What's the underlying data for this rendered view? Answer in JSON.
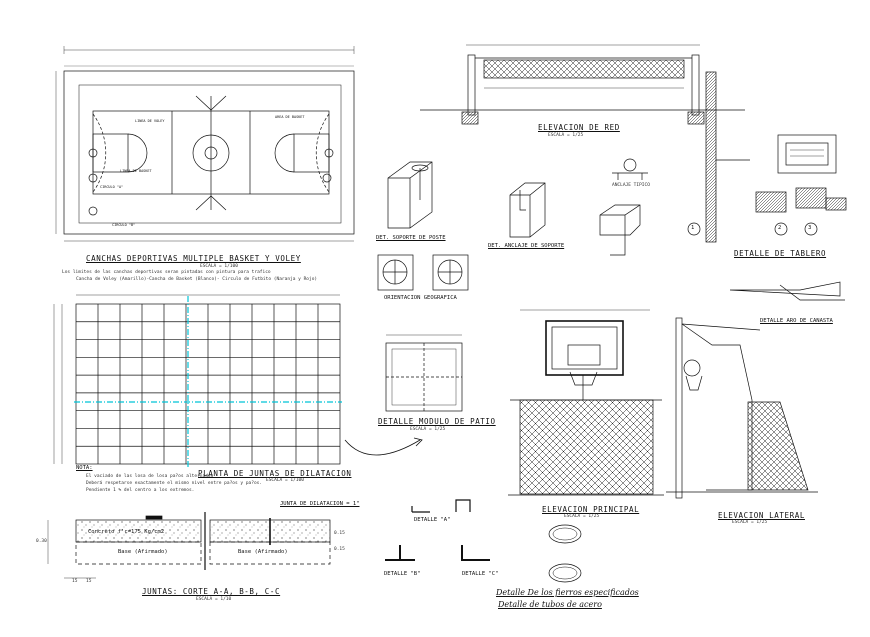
{
  "titles": {
    "court": "CANCHAS DEPORTIVAS MULTIPLE BASKET Y VOLEY",
    "court_note_1": "Los limites de las canchas deportivas seran pintadas con pintura para trafico",
    "court_note_2": "Cancha de Voley (Amarillo)-Cancha de Basket (Blanco)- Circulo de Futbito (Naranja y Rojo)",
    "elev_red": "ELEVACION DE RED",
    "dilatacion": "PLANTA DE JUNTAS DE DILATACION",
    "modulo_patio": "DETALLE MODULO DE PATIO",
    "elev_principal": "ELEVACION PRINCIPAL",
    "elev_lateral": "ELEVACION LATERAL",
    "tablero": "DETALLE DE TABLERO",
    "juntas_corte": "JUNTAS: CORTE A-A, B-B, C-C",
    "orientacion": "ORIENTACION GEOGRAFICA",
    "soporte_poste": "DET. SOPORTE DE POSTE",
    "anclaje": "DET. ANCLAJE DE SOPORTE",
    "aro_canasta": "DETALLE ARO DE CANASTA",
    "fierros": "Detalle  De los fierros especificados",
    "tubos": "Detalle   de tubos de acero"
  },
  "scales": {
    "court": "ESCALA = 1/100",
    "elev_red": "ESCALA = 1/25",
    "dilatacion": "ESCALA = 1/100",
    "modulo_patio": "ESCALA = 1/25",
    "elev_principal": "ESCALA = 1/25",
    "elev_lateral": "ESCALA = 1/25",
    "juntas_corte": "ESCALA = 1/10"
  },
  "nota": {
    "heading": "NOTA:",
    "items": [
      "El vaciado de las losa de losa pa?os alternados",
      "Deberá respetarse exactamente el mismo nivel entre pa?os y pa?os.",
      "Pendiente 1 % del centro a los extremos."
    ]
  },
  "detail_labels": {
    "a": "DETALLE \"A\"",
    "b": "DETALLE \"B\"",
    "c": "DETALLE \"C\"",
    "anclaje_tipico": "ANCLAJE TIPICO",
    "junta_dilatacion": "JUNTA DE DILATACION = 1\"",
    "concreto": "Concreto f'c=175 Kg/cm2",
    "base_left": "Base (Afirmado)",
    "base_right": "Base (Afirmado)",
    "dim_030": "0.30",
    "dim_015a": "0.15",
    "dim_015b": "0.15",
    "dim_15a": "15",
    "dim_15b": "15",
    "circle_nums": [
      "1",
      "2",
      "3"
    ]
  }
}
